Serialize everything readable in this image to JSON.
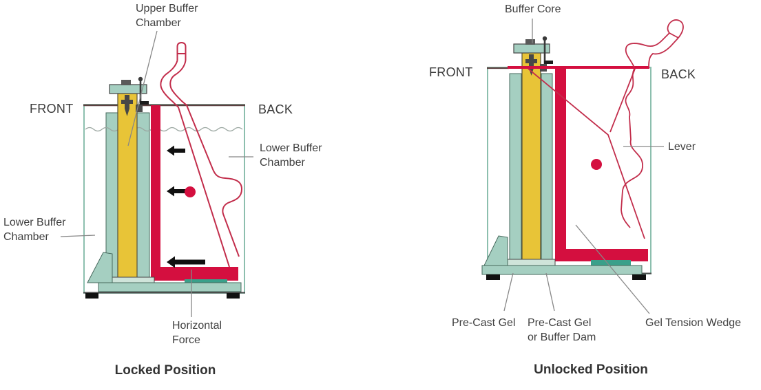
{
  "figure": {
    "type": "technical-diagram",
    "subject": "Gel electrophoresis cell lever mechanism, side views"
  },
  "colors": {
    "teal_fill": "#a5cfc1",
    "teal_dark_pad": "#3aa08a",
    "yellow_core": "#e8c437",
    "wedge_red": "#d40f3f",
    "lever_red": "#c22d4b",
    "arrow_black": "#101010",
    "label_text": "#3f3f3f",
    "leader_gray": "#878787"
  },
  "locked": {
    "caption": "Locked Position",
    "labels": {
      "front": "FRONT",
      "back": "BACK",
      "upper_buffer_chamber": {
        "line1": "Upper Buffer",
        "line2": "Chamber"
      },
      "lower_buffer_chamber_right": {
        "line1": "Lower Buffer",
        "line2": "Chamber"
      },
      "lower_buffer_chamber_left": {
        "line1": "Lower Buffer",
        "line2": "Chamber"
      },
      "horizontal_force": {
        "line1": "Horizontal",
        "line2": "Force"
      }
    }
  },
  "unlocked": {
    "caption": "Unlocked Position",
    "labels": {
      "front": "FRONT",
      "back": "BACK",
      "buffer_core": "Buffer Core",
      "lever": "Lever",
      "precast_gel": "Pre-Cast Gel",
      "precast_gel_or_buffer_dam": {
        "line1": "Pre-Cast Gel",
        "line2": "or Buffer Dam"
      },
      "gel_tension_wedge": "Gel Tension Wedge"
    }
  }
}
